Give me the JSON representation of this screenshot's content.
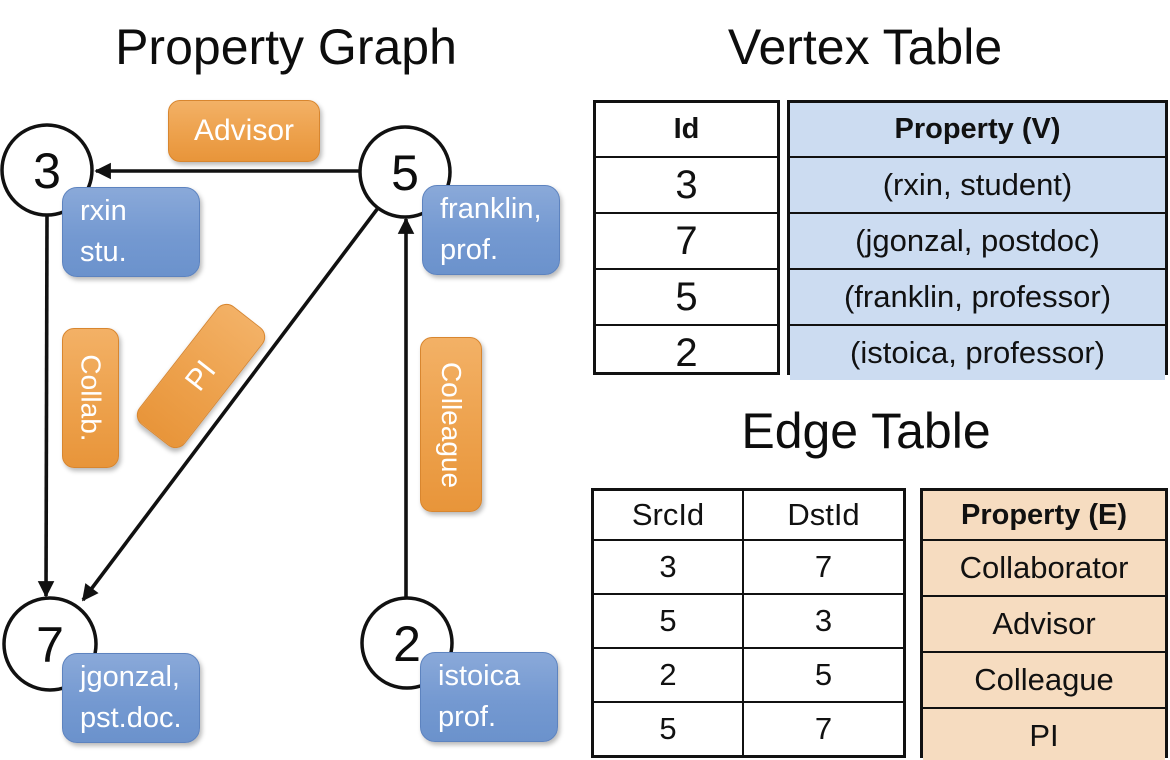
{
  "graph": {
    "title": "Property Graph",
    "nodes": [
      {
        "id": "3"
      },
      {
        "id": "5"
      },
      {
        "id": "7"
      },
      {
        "id": "2"
      }
    ],
    "node_properties": [
      {
        "lines": [
          "rxin",
          "stu."
        ]
      },
      {
        "lines": [
          "franklin,",
          "prof."
        ]
      },
      {
        "lines": [
          "jgonzal,",
          "pst.doc."
        ]
      },
      {
        "lines": [
          "istoica",
          "prof."
        ]
      }
    ],
    "edge_labels": {
      "advisor": "Advisor",
      "collab": "Collab.",
      "pi": "PI",
      "colleague": "Colleague"
    }
  },
  "vertex_table": {
    "title": "Vertex Table",
    "columns": [
      "Id",
      "Property (V)"
    ],
    "rows": [
      [
        "3",
        "(rxin, student)"
      ],
      [
        "7",
        "(jgonzal, postdoc)"
      ],
      [
        "5",
        "(franklin, professor)"
      ],
      [
        "2",
        "(istoica, professor)"
      ]
    ]
  },
  "edge_table": {
    "title": "Edge Table",
    "columns": [
      "SrcId",
      "DstId",
      "Property (E)"
    ],
    "rows": [
      [
        "3",
        "7",
        "Collaborator"
      ],
      [
        "5",
        "3",
        "Advisor"
      ],
      [
        "2",
        "5",
        "Colleague"
      ],
      [
        "5",
        "7",
        "PI"
      ]
    ]
  },
  "colors": {
    "edge_label_orange": "#eda14c",
    "vertex_prop_blue": "#7499d1",
    "vertex_table_fill": "#ccdcf1",
    "edge_table_fill": "#f6dcc0",
    "line_black": "#111111",
    "background": "#ffffff"
  }
}
